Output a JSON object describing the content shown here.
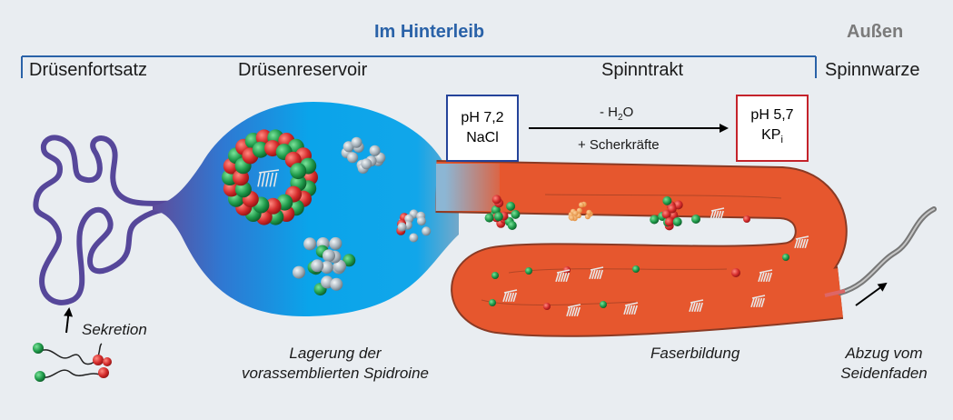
{
  "header": {
    "inside": "Im Hinterleib",
    "outside": "Außen"
  },
  "sections": {
    "gland_tail": "Drüsenfortsatz",
    "reservoir": "Drüsenreservoir",
    "spinning_duct": "Spinntrakt",
    "spinneret": "Spinnwarze"
  },
  "conditions": {
    "start_ph": "pH 7,2",
    "start_salt": "NaCl",
    "end_ph": "pH 5,7",
    "end_salt": "KP",
    "end_salt_sub": "i",
    "arrow_top_pre": "- H",
    "arrow_top_sub": "2",
    "arrow_top_post": "O",
    "arrow_bottom": "+ Scherkräfte"
  },
  "captions": {
    "secretion": "Sekretion",
    "storage_line1": "Lagerung der",
    "storage_line2": "vorassemblierten Spidroine",
    "fiber": "Faserbildung",
    "pull_line1": "Abzug vom",
    "pull_line2": "Seidenfaden"
  },
  "colors": {
    "header_blue": "#2a62a8",
    "header_gray": "#7b7b7b",
    "gland_purple": "#56479a",
    "reservoir_blue": "#0ea2e6",
    "duct_orange": "#e6572e",
    "start_box_border": "#24439a",
    "end_box_border": "#c4232b",
    "sphere_red": "#d42b2b",
    "sphere_green": "#1f9a4a",
    "sphere_gray": "#a7b3bc"
  }
}
